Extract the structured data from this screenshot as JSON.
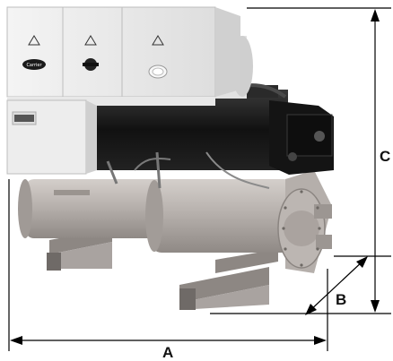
{
  "dimensions": {
    "a": "A",
    "b": "B",
    "c": "C"
  },
  "unit_logo": "Carrier",
  "colors": {
    "cabinet": "#eeeeee",
    "body": "#b8b2ae",
    "dark": "#1c1c1c",
    "line": "#000000"
  },
  "icons": [
    "warning-triangle-icon",
    "rotary-switch-icon",
    "indicator-lamp-icon"
  ]
}
